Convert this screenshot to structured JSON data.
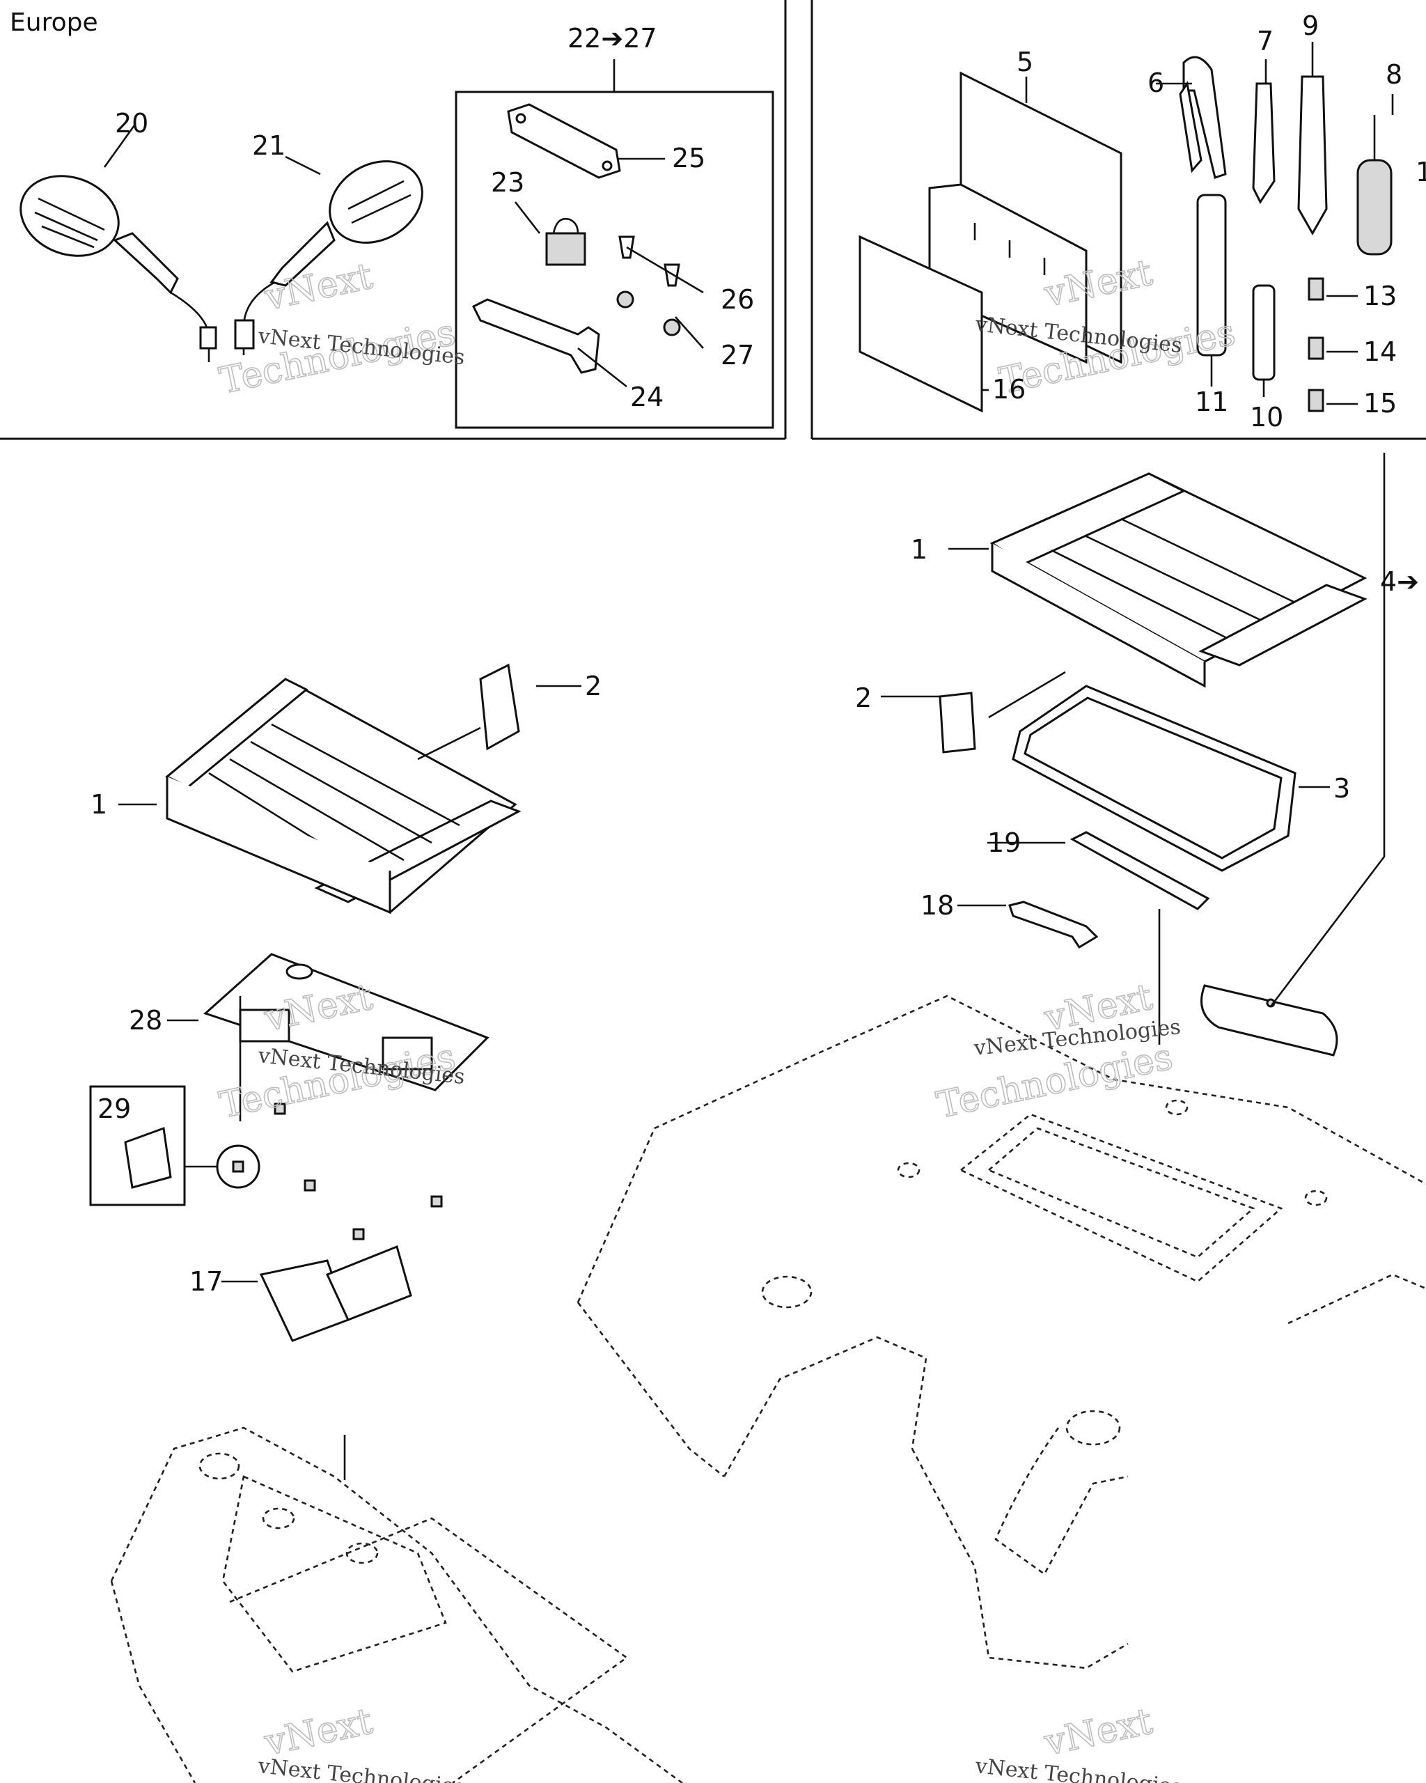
{
  "region_label": "Europe",
  "callouts": {
    "c20": "20",
    "c21": "21",
    "c22_27": "22➔27",
    "c23": "23",
    "c24": "24",
    "c25": "25",
    "c26": "26",
    "c27": "27",
    "c5": "5",
    "c6": "6",
    "c7": "7",
    "c8": "8",
    "c9": "9",
    "c10": "10",
    "c11": "11",
    "c12": "1",
    "c13": "13",
    "c14": "14",
    "c15": "15",
    "c16": "16",
    "c1_left": "1",
    "c2_left": "2",
    "c28": "28",
    "c29": "29",
    "c17": "17",
    "c1_right": "1",
    "c2_right": "2",
    "c3": "3",
    "c4": "4➔",
    "c19": "19",
    "c18": "18"
  },
  "watermark": {
    "brand_top": "vNext",
    "brand_bottom": "Technologies",
    "brand_full": "vNext Technologies"
  }
}
